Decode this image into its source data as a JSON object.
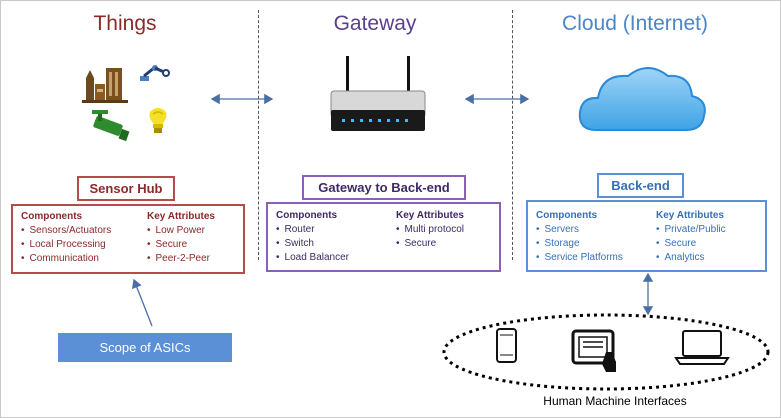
{
  "columns": [
    {
      "title": "Things",
      "color": "#8b2a2a"
    },
    {
      "title": "Gateway",
      "color": "#5b3f8c"
    },
    {
      "title": "Cloud (Internet)",
      "color": "#4a86c8"
    }
  ],
  "things": {
    "tag": "Sensor Hub",
    "components_heading": "Components",
    "components": [
      "Sensors/Actuators",
      "Local Processing",
      "Communication"
    ],
    "attributes_heading": "Key Attributes",
    "attributes": [
      "Low Power",
      "Secure",
      "Peer-2-Peer"
    ],
    "border_color": "#b54b4b",
    "text_color": "#8b2a2a"
  },
  "gateway": {
    "tag": "Gateway to Back-end",
    "components_heading": "Components",
    "components": [
      "Router",
      "Switch",
      "Load Balancer"
    ],
    "attributes_heading": "Key Attributes",
    "attributes": [
      "Multi protocol",
      "Secure"
    ],
    "border_color": "#8a60b8",
    "text_color": "#3d2a66"
  },
  "cloud": {
    "tag": "Back-end",
    "components_heading": "Components",
    "components": [
      "Servers",
      "Storage",
      "Service Platforms"
    ],
    "attributes_heading": "Key Attributes",
    "attributes": [
      "Private/Public",
      "Secure",
      "Analytics"
    ],
    "border_color": "#5b8fd6",
    "text_color": "#3670b5"
  },
  "asic_label": "Scope of ASICs",
  "hmi_label": "Human Machine Interfaces",
  "icons": [
    "buildings-icon",
    "robot-arm-icon",
    "security-camera-icon",
    "light-bulb-icon",
    "router-icon",
    "cloud-icon",
    "smartphone-icon",
    "tablet-touch-icon",
    "laptop-icon"
  ]
}
